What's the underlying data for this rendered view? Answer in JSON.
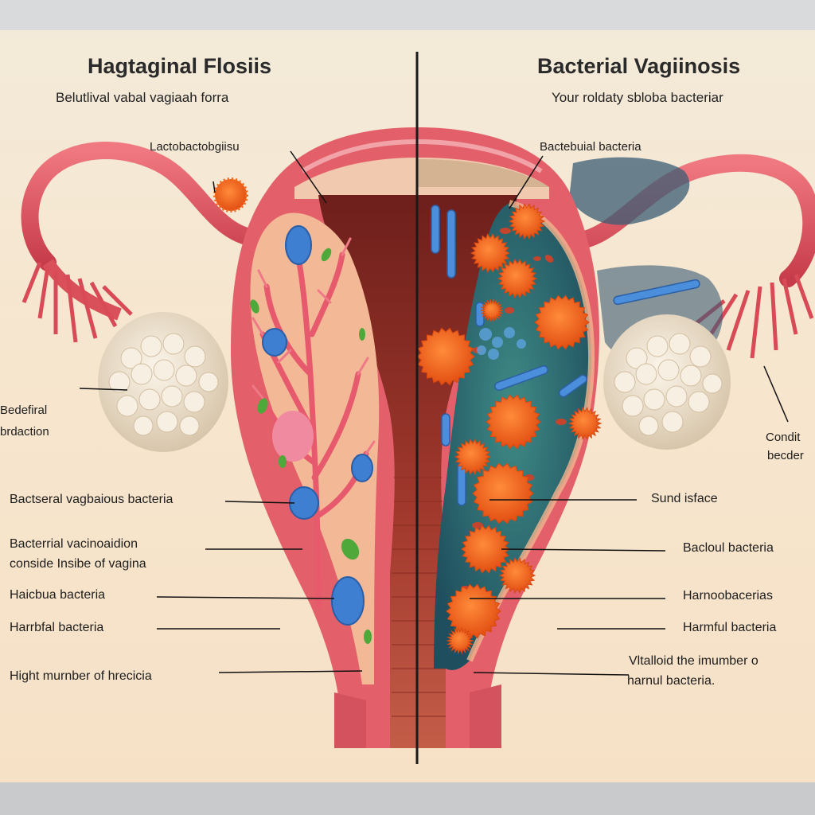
{
  "colors": {
    "background": "#f5e6d0",
    "uterus_tissue": "#e2545f",
    "uterus_inner": "#8e2c25",
    "healthy_lining": "#f2b18e",
    "infected_lining": "#2f6e73",
    "lactobacilli": "#3a7fd0",
    "harmful_bacteria": "#f2681c",
    "ovary": "#efe4d2",
    "divider": "#1a1a1a"
  },
  "left": {
    "title": "Hagtaginal Flosiis",
    "subtitle": "Belutlival vabal vagiaah forra",
    "callout_top": "Lactobactobgiisu",
    "callout_side": [
      "Bedefiral",
      "brdaction"
    ],
    "labels": [
      [
        "Bactseral vagbaious bacteria"
      ],
      [
        "Bacterrial vacinoaidion",
        "conside Insibe of vagina"
      ],
      [
        "Haicbua bacteria"
      ],
      [
        "Harrbfal bacteria"
      ],
      [
        "Hight murnber of hrecicia"
      ]
    ]
  },
  "right": {
    "title": "Bacterial Vagiinosis",
    "subtitle": "Your roldaty sbloba bacteriar",
    "callout_top": "Bactebuial bacteria",
    "callout_side": [
      "Condit",
      "becder"
    ],
    "labels": [
      [
        "Sund isface"
      ],
      [
        "Bacloul bacteria"
      ],
      [
        "Harnoobacerias"
      ],
      [
        "Harmful bacteria"
      ],
      [
        "Vltalloid the imumber o",
        "harnul bacteria."
      ]
    ]
  }
}
